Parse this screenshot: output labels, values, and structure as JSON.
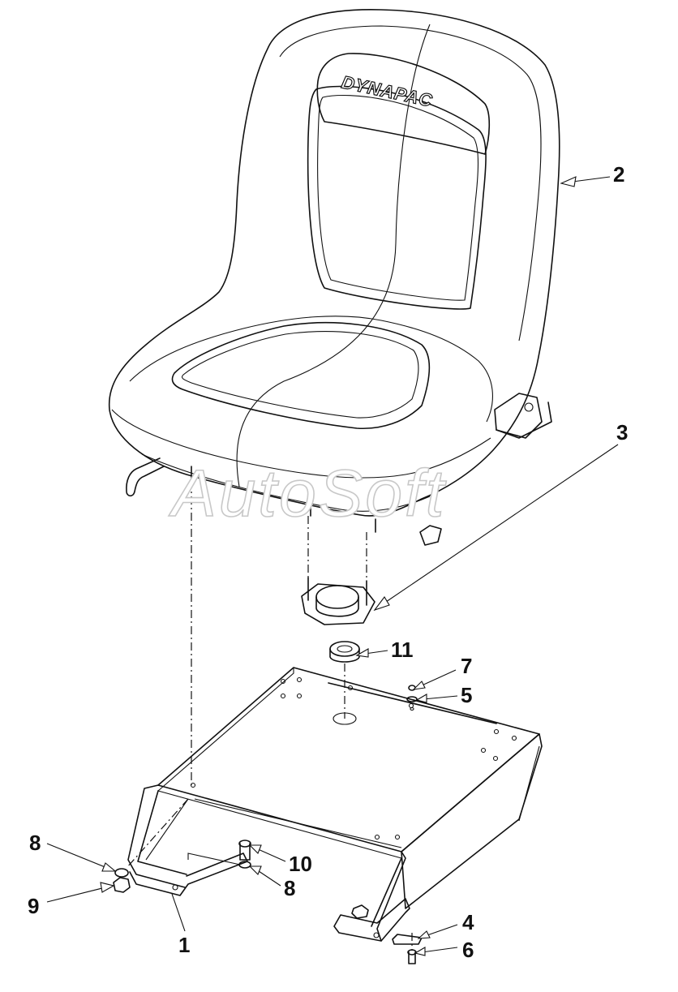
{
  "diagram": {
    "brand_label": "DYNAPAC",
    "watermark": "AutoSoft",
    "callouts": [
      {
        "id": "c2",
        "label": "2"
      },
      {
        "id": "c3",
        "label": "3"
      },
      {
        "id": "c11",
        "label": "11"
      },
      {
        "id": "c7",
        "label": "7"
      },
      {
        "id": "c5",
        "label": "5"
      },
      {
        "id": "c8a",
        "label": "8"
      },
      {
        "id": "c10",
        "label": "10"
      },
      {
        "id": "c8b",
        "label": "8"
      },
      {
        "id": "c9",
        "label": "9"
      },
      {
        "id": "c1",
        "label": "1"
      },
      {
        "id": "c4",
        "label": "4"
      },
      {
        "id": "c6",
        "label": "6"
      }
    ]
  }
}
